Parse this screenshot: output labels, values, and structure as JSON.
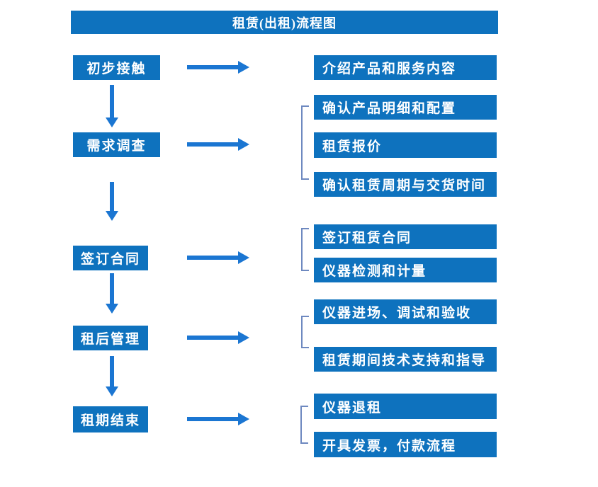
{
  "title": "租赁(出租)流程图",
  "colors": {
    "box_blue": "#0E72BE",
    "arrow_blue": "#1B76D2",
    "bracket_blue": "#6E89C0",
    "text_white": "#FFFFFF",
    "background": "#FFFFFF"
  },
  "steps": [
    {
      "label": "初步接触",
      "outputs": [
        "介绍产品和服务内容"
      ]
    },
    {
      "label": "需求调查",
      "outputs": [
        "确认产品明细和配置",
        "租赁报价",
        "确认租赁周期与交货时间"
      ]
    },
    {
      "label": "签订合同",
      "outputs": [
        "签订租赁合同",
        "仪器检测和计量"
      ]
    },
    {
      "label": "租后管理",
      "outputs": [
        "仪器进场、调试和验收",
        "租赁期间技术支持和指导"
      ]
    },
    {
      "label": "租期结束",
      "outputs": [
        "仪器退租",
        "开具发票，付款流程"
      ]
    }
  ]
}
